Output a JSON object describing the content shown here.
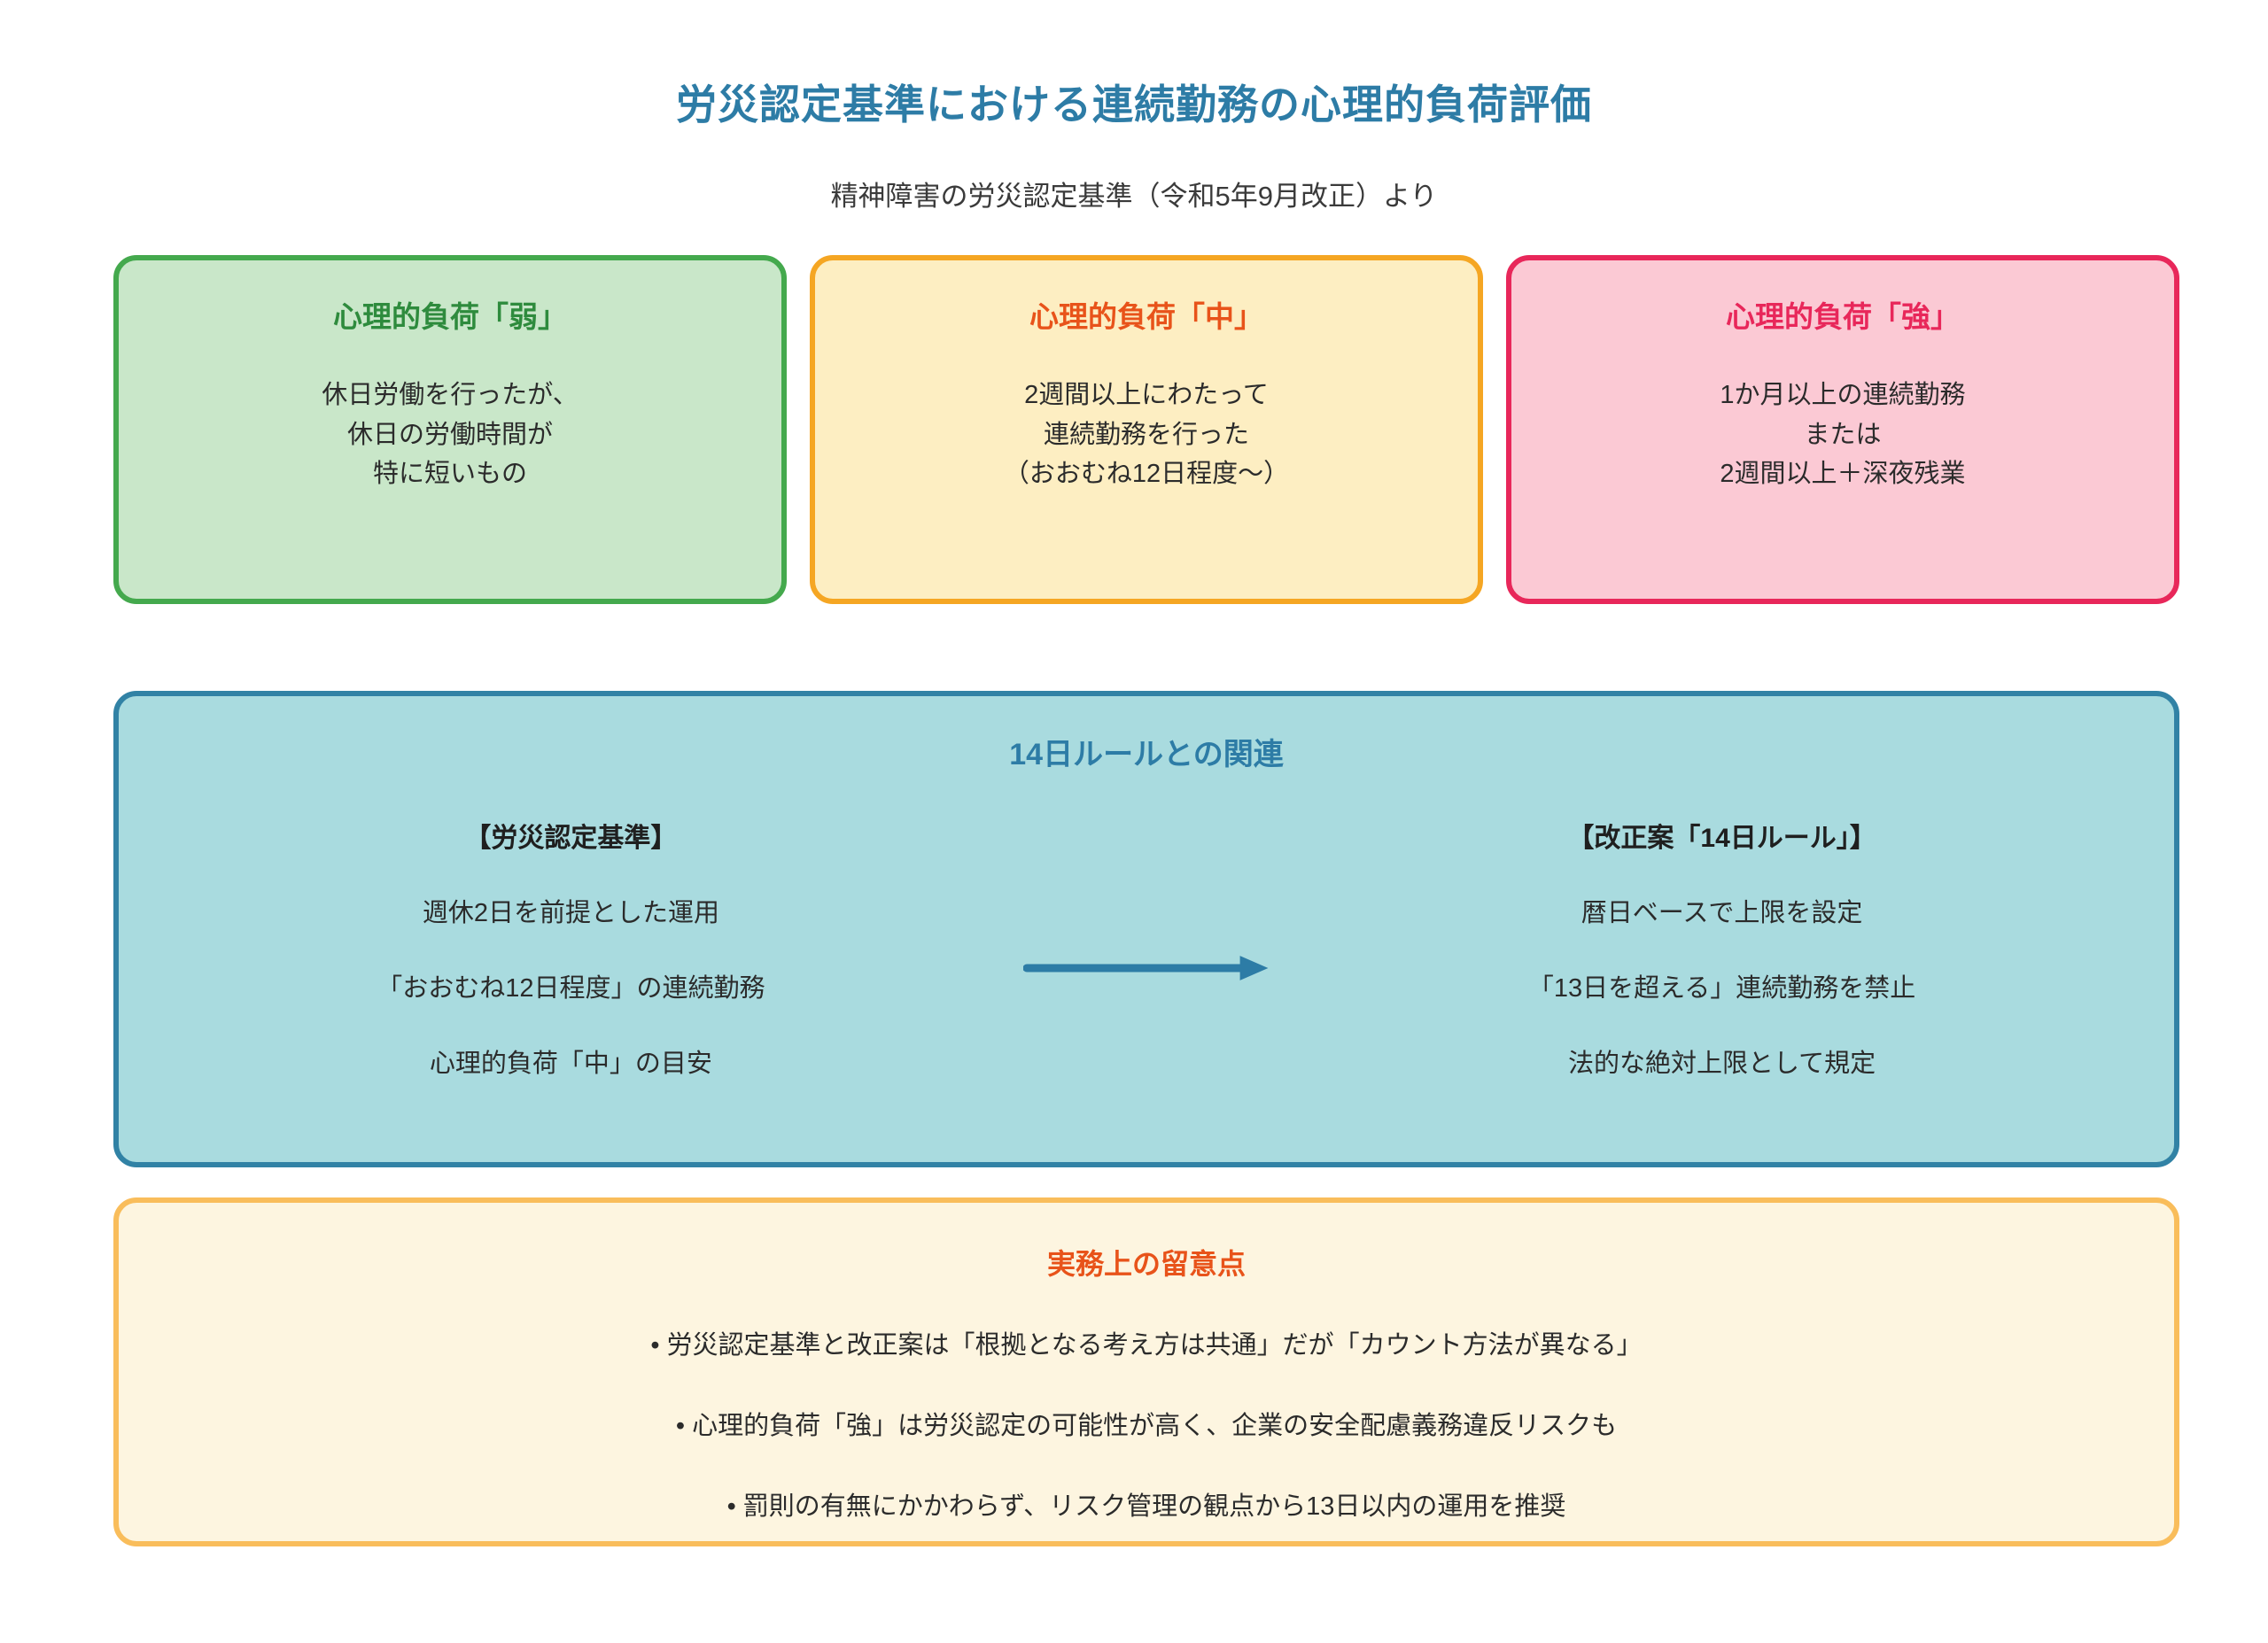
{
  "header": {
    "title": "労災認定基準における連続勤務の心理的負荷評価",
    "subtitle": "精神障害の労災認定基準（令和5年9月改正）より",
    "title_color": "#2d7ca6"
  },
  "levels": [
    {
      "key": "weak",
      "title": "心理的負荷「弱」",
      "body": "休日労働を行ったが、\n休日の労働時間が\n特に短いもの",
      "title_color": "#2e8b3d",
      "border_color": "#44a94d",
      "fill_color": "#c9e7c9"
    },
    {
      "key": "medium",
      "title": "心理的負荷「中」",
      "body": "2週間以上にわたって\n連続勤務を行った\n（おおむね12日程度〜）",
      "title_color": "#e8531a",
      "border_color": "#f5a623",
      "fill_color": "#fdeec2"
    },
    {
      "key": "strong",
      "title": "心理的負荷「強」",
      "body": "1か月以上の連続勤務\nまたは\n2週間以上＋深夜残業",
      "title_color": "#e8275a",
      "border_color": "#e8275a",
      "fill_color": "#fbc9d4"
    }
  ],
  "relation": {
    "title": "14日ルールとの関連",
    "title_color": "#2d7ca6",
    "border_color": "#3182a5",
    "fill_color": "#a9dbdf",
    "arrow_color": "#2d7ca6",
    "left": {
      "heading": "【労災認定基準】",
      "lines": [
        "週休2日を前提とした運用",
        "「おおむね12日程度」の連続勤務",
        "心理的負荷「中」の目安"
      ]
    },
    "right": {
      "heading": "【改正案「14日ルール」】",
      "lines": [
        "暦日ベースで上限を設定",
        "「13日を超える」連続勤務を禁止",
        "法的な絶対上限として規定"
      ]
    }
  },
  "notes": {
    "title": "実務上の留意点",
    "title_color": "#e8531a",
    "border_color": "#f9bd5b",
    "fill_color": "#fdf5e0",
    "items": [
      "• 労災認定基準と改正案は「根拠となる考え方は共通」だが「カウント方法が異なる」",
      "• 心理的負荷「強」は労災認定の可能性が高く、企業の安全配慮義務違反リスクも",
      "• 罰則の有無にかかわらず、リスク管理の観点から13日以内の運用を推奨"
    ]
  }
}
